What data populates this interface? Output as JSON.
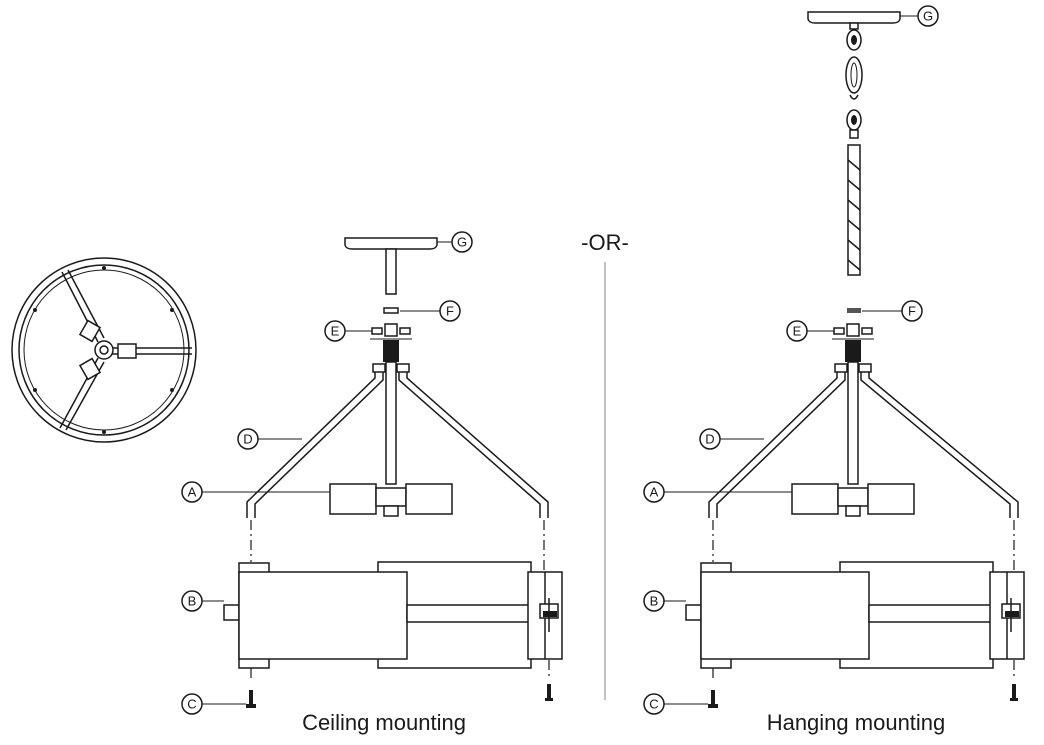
{
  "callouts": {
    "ceiling": {
      "g": "G",
      "f": "F",
      "e": "E",
      "d": "D",
      "a": "A",
      "b": "B",
      "c": "C"
    },
    "hanging": {
      "g": "G",
      "f": "F",
      "e": "E",
      "d": "D",
      "a": "A",
      "b": "B",
      "c": "C"
    }
  },
  "divider_label": "-OR-",
  "captions": {
    "ceiling": "Ceiling mounting",
    "hanging": "Hanging mounting"
  }
}
